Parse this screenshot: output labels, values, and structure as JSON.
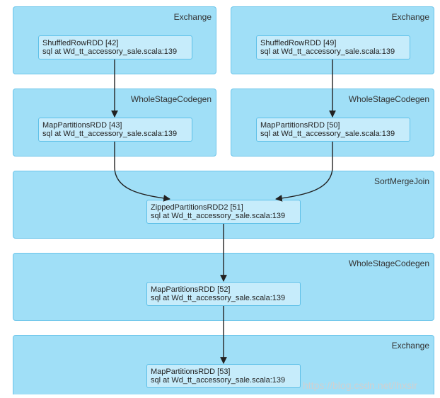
{
  "clusters": {
    "c1": {
      "label": "Exchange"
    },
    "c2": {
      "label": "Exchange"
    },
    "c3": {
      "label": "WholeStageCodegen"
    },
    "c4": {
      "label": "WholeStageCodegen"
    },
    "c5": {
      "label": "SortMergeJoin"
    },
    "c6": {
      "label": "WholeStageCodegen"
    },
    "c7": {
      "label": "Exchange"
    }
  },
  "nodes": {
    "n42": {
      "name": "ShuffledRowRDD [42]",
      "detail": "sql at Wd_tt_accessory_sale.scala:139"
    },
    "n49": {
      "name": "ShuffledRowRDD [49]",
      "detail": "sql at Wd_tt_accessory_sale.scala:139"
    },
    "n43": {
      "name": "MapPartitionsRDD [43]",
      "detail": "sql at Wd_tt_accessory_sale.scala:139"
    },
    "n50": {
      "name": "MapPartitionsRDD [50]",
      "detail": "sql at Wd_tt_accessory_sale.scala:139"
    },
    "n51": {
      "name": "ZippedPartitionsRDD2 [51]",
      "detail": "sql at Wd_tt_accessory_sale.scala:139"
    },
    "n52": {
      "name": "MapPartitionsRDD [52]",
      "detail": "sql at Wd_tt_accessory_sale.scala:139"
    },
    "n53": {
      "name": "MapPartitionsRDD [53]",
      "detail": "sql at Wd_tt_accessory_sale.scala:139"
    }
  },
  "watermark": "https://blog.csdn.net/lhxsir",
  "colors": {
    "cluster_fill": "#a0dff7",
    "node_fill": "#c6ecfb",
    "edge": "#222222"
  }
}
